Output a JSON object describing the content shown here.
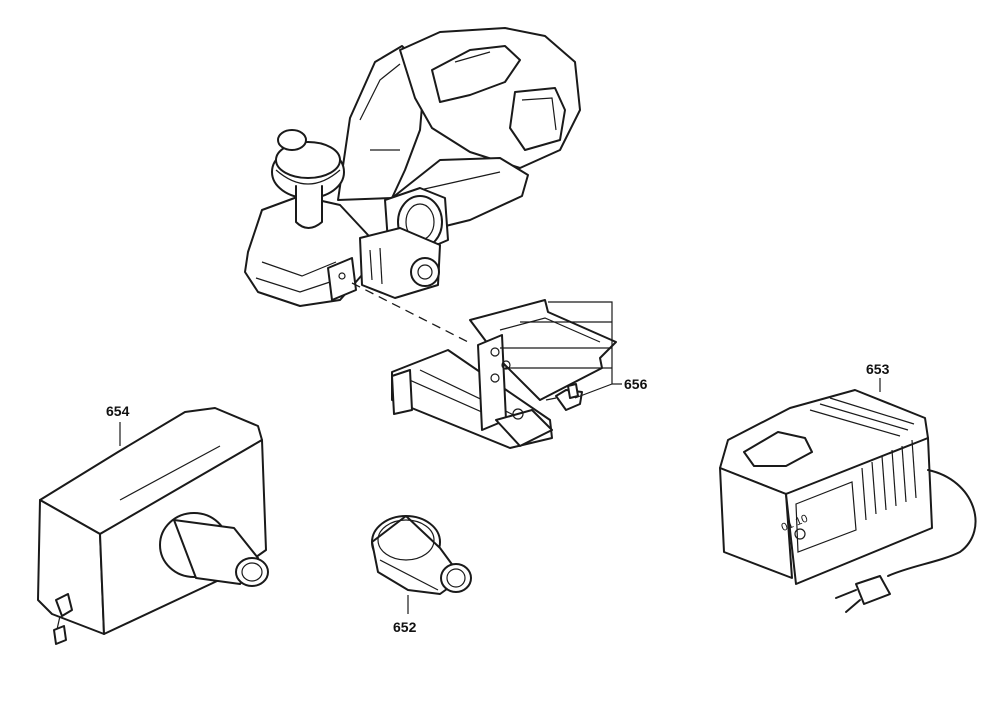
{
  "callouts": {
    "guide_fence": "656",
    "charger": "653",
    "dust_bag": "654",
    "adapter": "652"
  },
  "charger_marking": "01 10"
}
